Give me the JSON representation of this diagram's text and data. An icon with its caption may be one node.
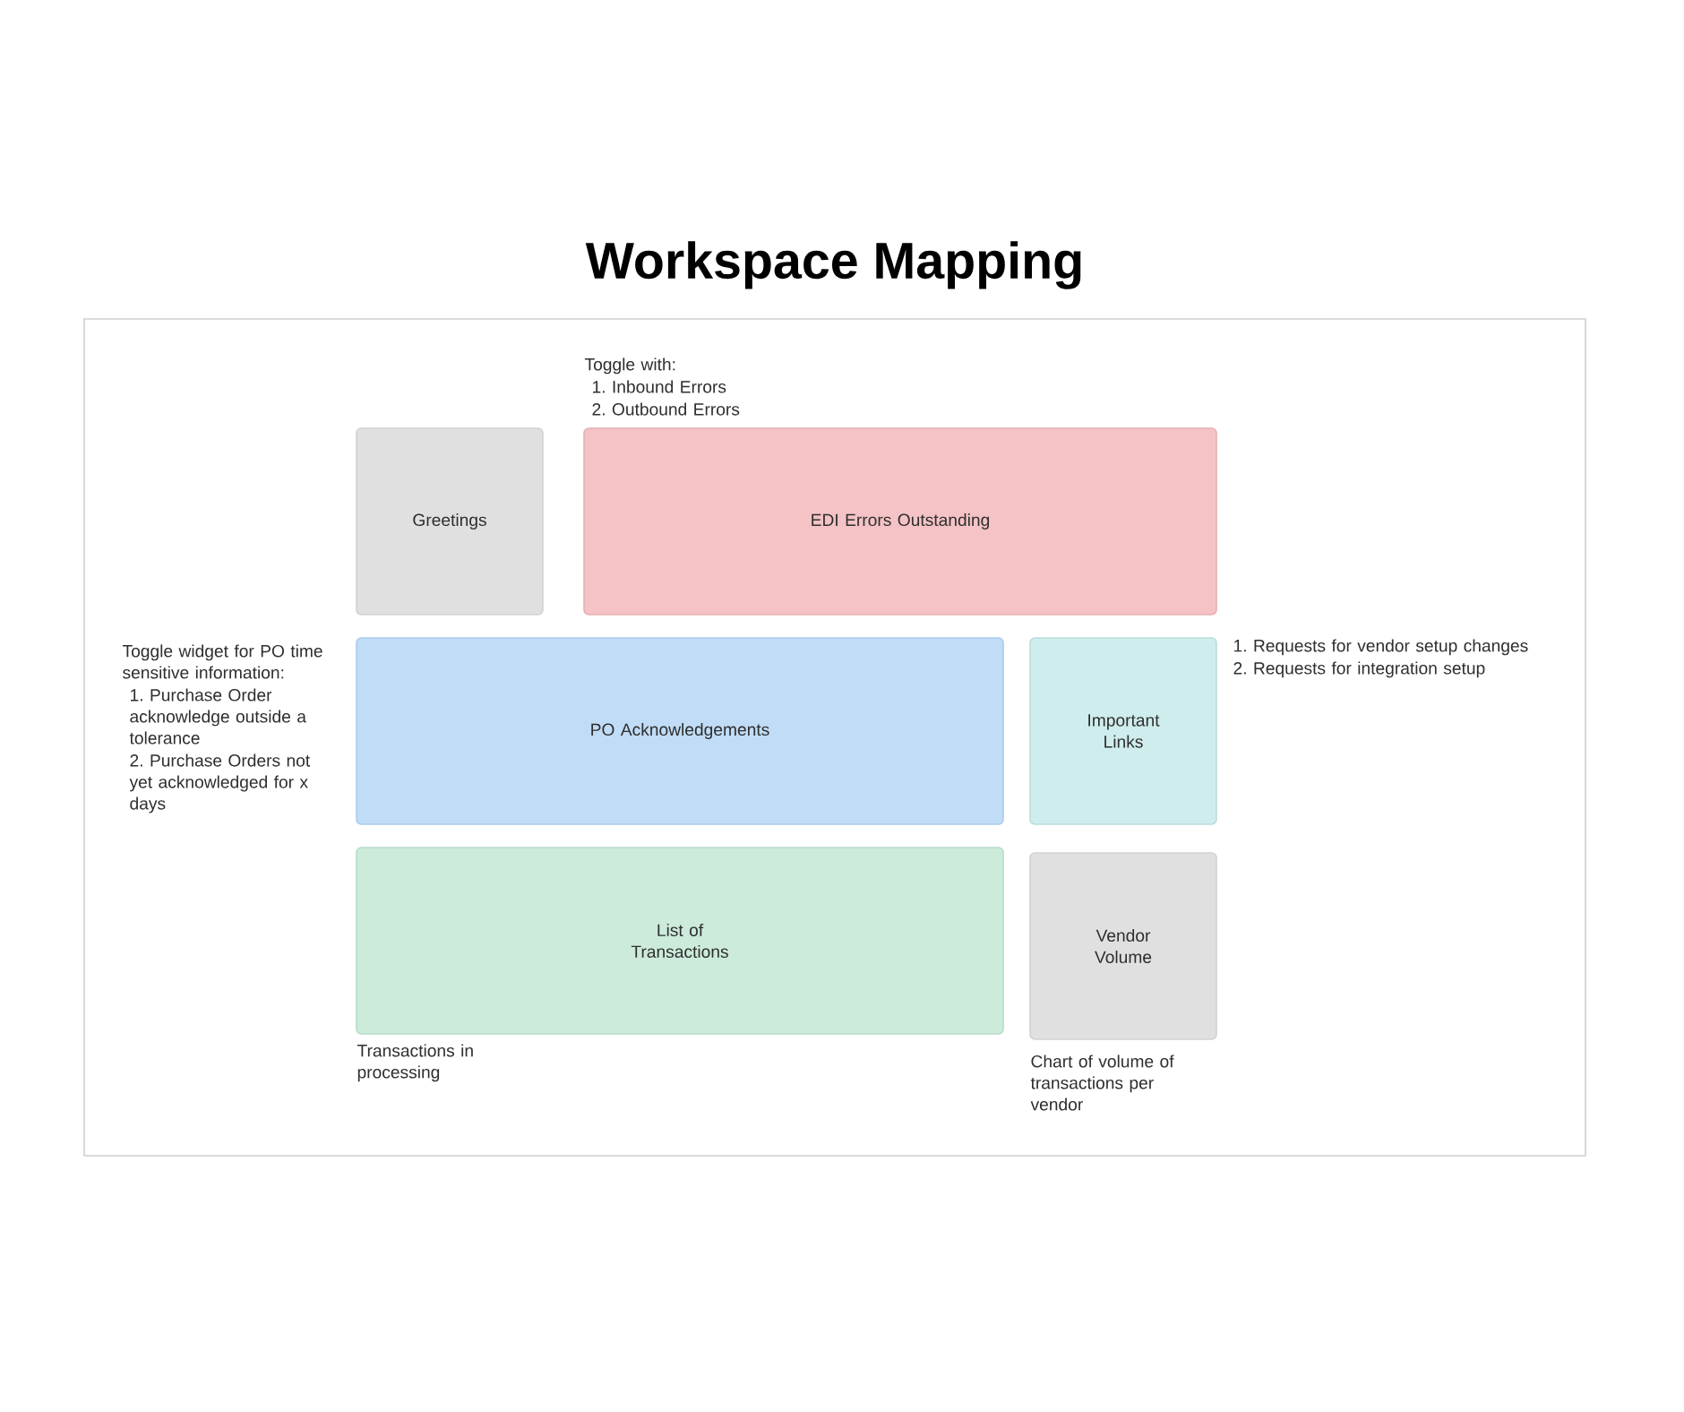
{
  "diagram": {
    "title": "Workspace Mapping",
    "nodes": [
      {
        "text": [],
        "shape": "box"
      },
      {
        "text": [
          "Greetings"
        ],
        "in": 0
      },
      {
        "text": [
          "EDI Errors Outstanding"
        ],
        "in": 0,
        "beside": [
          "Toggle with:",
          "1. Inbound Errors",
          "2. Outbound Errors"
        ]
      },
      {
        "text": [
          "PO Acknowledgements"
        ],
        "in": 0,
        "beside": [
          "Toggle widget for PO time sensitive information:",
          "1. Purchase Order acknowledge outside a tolerance",
          "2. Purchase Orders not yet acknowledged for x days"
        ]
      },
      {
        "text": [
          "Important Links"
        ],
        "in": 0,
        "beside": [
          "1. Requests for vendor setup changes",
          "2. Requests for integration setup"
        ]
      },
      {
        "text": [
          "List of Transactions"
        ],
        "in": 0,
        "beside": [
          "Transactions in processing"
        ]
      },
      {
        "text": [
          "Vendor Volume"
        ],
        "in": 0,
        "beside": [
          "Chart of volume of transactions per vendor"
        ]
      }
    ],
    "edges": []
  }
}
